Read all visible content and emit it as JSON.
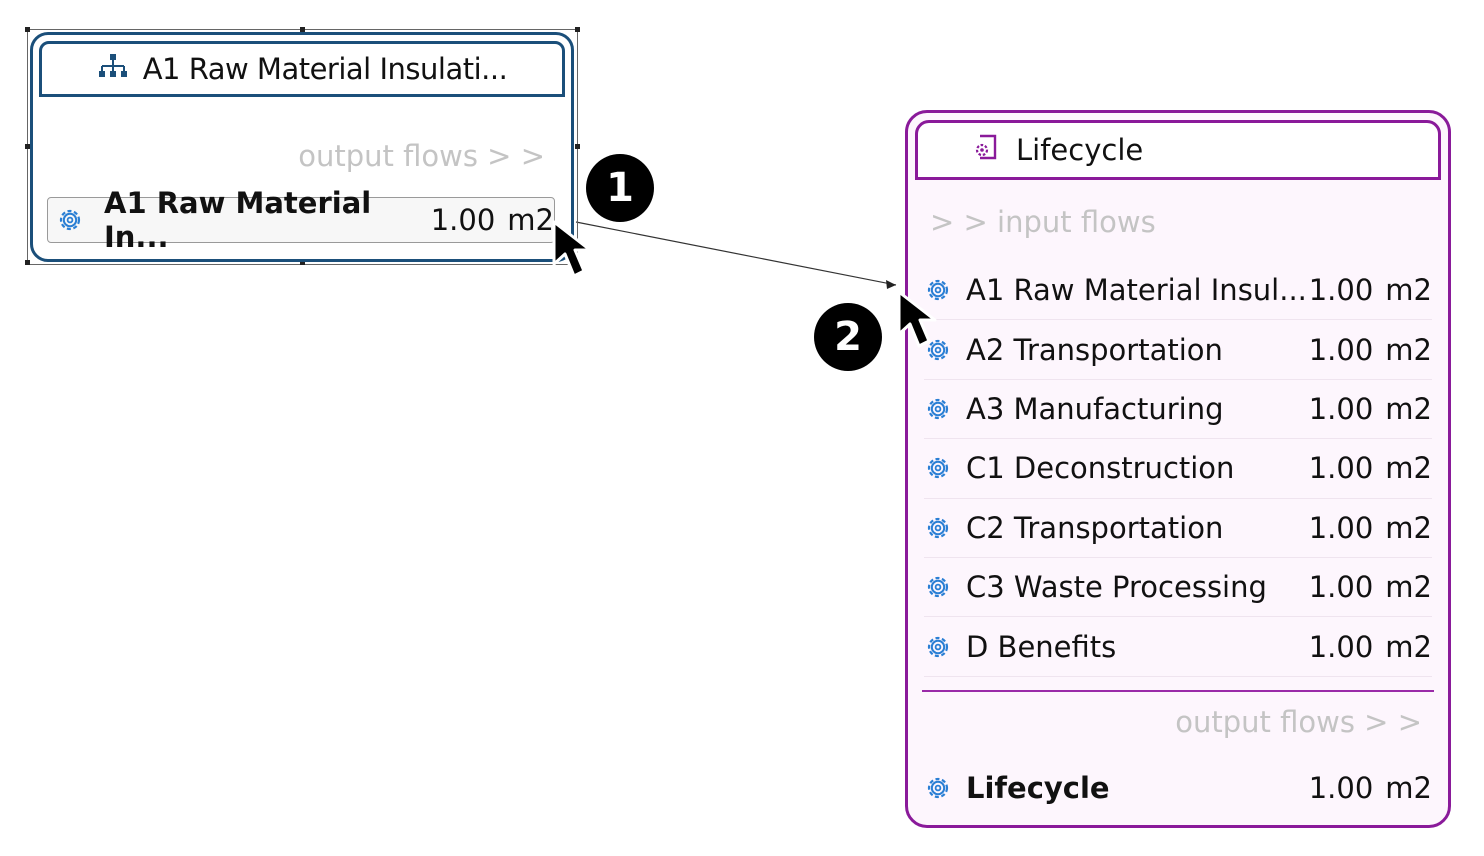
{
  "source_node": {
    "title": "A1 Raw Material Insulati...",
    "title_icon": "hierarchy-icon",
    "output_label": "output flows > >",
    "output_flow": {
      "name": "A1 Raw Material In...",
      "amount": "1.00",
      "unit": "m2",
      "icon": "gear-icon"
    }
  },
  "target_node": {
    "title": "Lifecycle",
    "title_icon": "process-icon",
    "input_label": "> > input flows",
    "input_flows": [
      {
        "name": "A1 Raw Material Insul...",
        "amount": "1.00",
        "unit": "m2"
      },
      {
        "name": "A2 Transportation",
        "amount": "1.00",
        "unit": "m2"
      },
      {
        "name": "A3 Manufacturing",
        "amount": "1.00",
        "unit": "m2"
      },
      {
        "name": "C1 Deconstruction",
        "amount": "1.00",
        "unit": "m2"
      },
      {
        "name": "C2 Transportation",
        "amount": "1.00",
        "unit": "m2"
      },
      {
        "name": "C3 Waste Processing",
        "amount": "1.00",
        "unit": "m2"
      },
      {
        "name": "D Benefits",
        "amount": "1.00",
        "unit": "m2"
      }
    ],
    "output_label": "output flows > >",
    "output_flow": {
      "name": "Lifecycle",
      "amount": "1.00",
      "unit": "m2"
    }
  },
  "callouts": {
    "step1": "1",
    "step2": "2"
  },
  "colors": {
    "source_border": "#1b4f7a",
    "target_border": "#8a1a9a",
    "gear_blue": "#2a7fd4",
    "muted_text": "#c4c4c4"
  }
}
